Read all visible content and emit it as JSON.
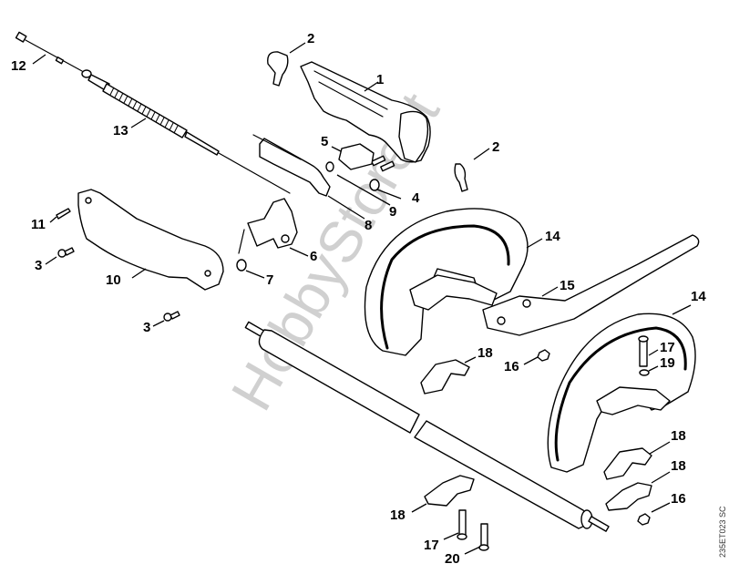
{
  "diagram": {
    "title": "Exploded parts view - handle, loop handles and drive tube",
    "watermark": "HobbyStore.it",
    "drawing_code": "235ET023 SC",
    "callouts": [
      {
        "id": "c1",
        "label": "1",
        "part": "control handle housing"
      },
      {
        "id": "c2a",
        "label": "2",
        "part": "clamp (upper)"
      },
      {
        "id": "c2b",
        "label": "2",
        "part": "clamp (right)"
      },
      {
        "id": "c3a",
        "label": "3",
        "part": "screw (upper)"
      },
      {
        "id": "c3b",
        "label": "3",
        "part": "screw (lower)"
      },
      {
        "id": "c4",
        "label": "4",
        "part": "spring"
      },
      {
        "id": "c5",
        "label": "5",
        "part": "slide switch"
      },
      {
        "id": "c6",
        "label": "6",
        "part": "interlock lever"
      },
      {
        "id": "c7",
        "label": "7",
        "part": "torsion spring"
      },
      {
        "id": "c8",
        "label": "8",
        "part": "throttle trigger"
      },
      {
        "id": "c9",
        "label": "9",
        "part": "torsion spring"
      },
      {
        "id": "c10",
        "label": "10",
        "part": "handle shell"
      },
      {
        "id": "c11",
        "label": "11",
        "part": "screw"
      },
      {
        "id": "c12",
        "label": "12",
        "part": "throttle cable end"
      },
      {
        "id": "c13",
        "label": "13",
        "part": "throttle cable"
      },
      {
        "id": "c14a",
        "label": "14",
        "part": "loop handle (left)"
      },
      {
        "id": "c14b",
        "label": "14",
        "part": "loop handle (right)"
      },
      {
        "id": "c15",
        "label": "15",
        "part": "barrier bar"
      },
      {
        "id": "c16a",
        "label": "16",
        "part": "nut (upper)"
      },
      {
        "id": "c16b",
        "label": "16",
        "part": "nut (lower)"
      },
      {
        "id": "c17a",
        "label": "17",
        "part": "screw (upper)"
      },
      {
        "id": "c17b",
        "label": "17",
        "part": "screw (lower)"
      },
      {
        "id": "c18a",
        "label": "18",
        "part": "clamp strap (upper)"
      },
      {
        "id": "c18b",
        "label": "18",
        "part": "clamp strap (right upper)"
      },
      {
        "id": "c18c",
        "label": "18",
        "part": "clamp strap (right lower)"
      },
      {
        "id": "c18d",
        "label": "18",
        "part": "clamp strap (lower left)"
      },
      {
        "id": "c19",
        "label": "19",
        "part": "washer"
      },
      {
        "id": "c20",
        "label": "20",
        "part": "screw"
      }
    ]
  }
}
